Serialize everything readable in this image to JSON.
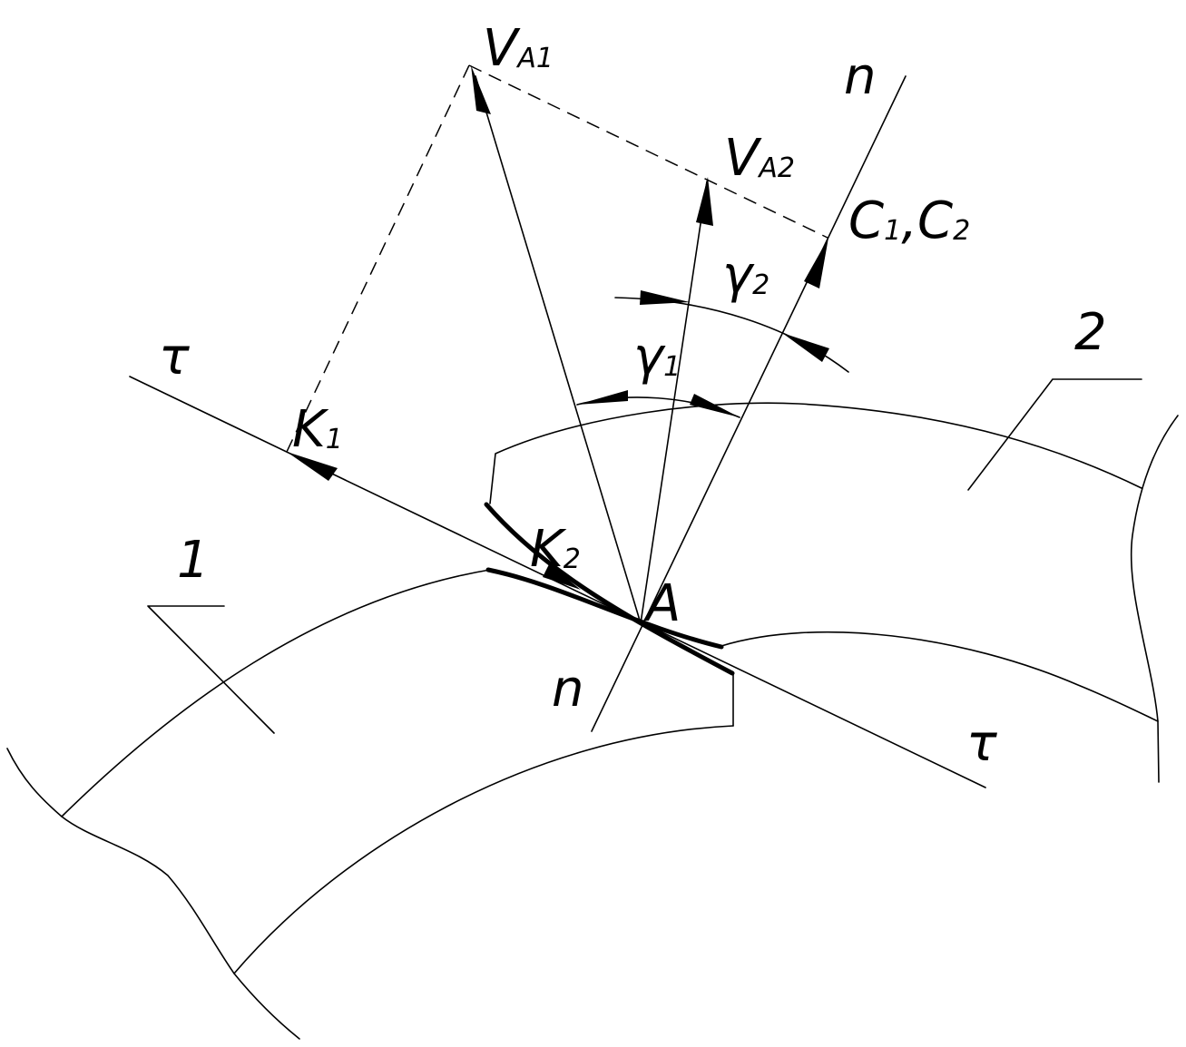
{
  "labels": {
    "va1": "V",
    "va1_sub": "A1",
    "va2": "V",
    "va2_sub": "A2",
    "n_top": "n",
    "n_bottom": "n",
    "c1": "C",
    "c1_sub": "1",
    "comma": ",",
    "c2": "C",
    "c2_sub": "2",
    "tau_left": "τ",
    "tau_right": "τ",
    "k1": "K",
    "k1_sub": "1",
    "k2": "K",
    "k2_sub": "2",
    "a": "A",
    "gamma1": "γ",
    "gamma1_sub": "1",
    "gamma2": "γ",
    "gamma2_sub": "2",
    "gear1": "1",
    "gear2": "2"
  }
}
